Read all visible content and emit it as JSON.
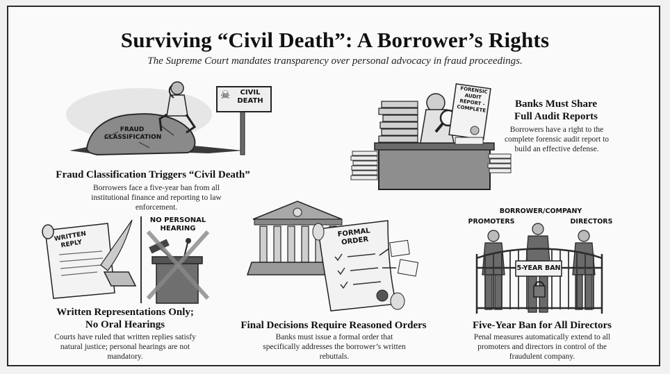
{
  "title": "Surviving “Civil Death”: A Borrower’s Rights",
  "subtitle": "The Supreme Court mandates transparency over personal advocacy in fraud proceedings.",
  "panels": {
    "fraud": {
      "heading": "Fraud Classification Triggers “Civil Death”",
      "body": "Borrowers face a five-year ban from all institutional finance and reporting to law enforcement.",
      "rock_label": "FRAUD CLASSIFICATION",
      "sign_label": "CIVIL DEATH"
    },
    "audit": {
      "heading_line1": "Banks Must Share",
      "heading_line2": "Full Audit Reports",
      "body": "Borrowers have a right to the complete forensic audit report to build an effective defense.",
      "report_label": "FORENSIC AUDIT REPORT - COMPLETE"
    },
    "written": {
      "heading_line1": "Written Representations Only;",
      "heading_line2": "No Oral Hearings",
      "body": "Courts have ruled that written replies satisfy natural justice; personal hearings are not mandatory.",
      "scroll_label": "WRITTEN REPLY",
      "no_hearing_label": "NO PERSONAL HEARING"
    },
    "orders": {
      "heading": "Final Decisions Require Reasoned Orders",
      "body": "Banks must issue a formal order that specifically addresses the borrower’s written rebuttals.",
      "order_label": "FORMAL ORDER"
    },
    "ban": {
      "heading": "Five-Year Ban for All Directors",
      "body": "Penal measures automatically extend to all promoters and directors in control of the fraudulent company.",
      "label_promoters": "PROMOTERS",
      "label_borrower": "BORROWER/COMPANY",
      "label_directors": "DIRECTORS",
      "gate_sign": "5-YEAR BAN"
    }
  }
}
